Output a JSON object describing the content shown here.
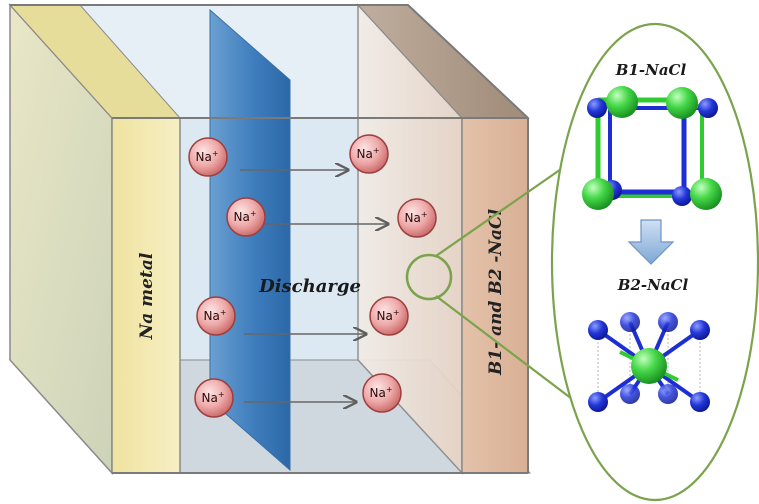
{
  "labels": {
    "anode": "Na metal",
    "process": "Discharge",
    "cathode": "B1- and B2 -NaCl",
    "phase_top": "B1-NaCl",
    "phase_bottom": "B2-NaCl"
  },
  "ion": {
    "symbol": "Na",
    "charge": "+"
  },
  "colors": {
    "anode": "#f1e6a6",
    "electrolyte": "#dfeaf2",
    "separator": "#4a86c0",
    "cathode": "#e9cbb6",
    "ion": "#d98585",
    "arrow": "#666666",
    "outline": "#7aa34c",
    "na_atom": "#1f33c4",
    "cl_atom": "#36c93e",
    "bond_blue": "#1d2fd4",
    "bond_green": "#2fcb30",
    "transition_arrow": "#8fb4de"
  },
  "icons": {
    "transition": "down-arrow-icon"
  }
}
